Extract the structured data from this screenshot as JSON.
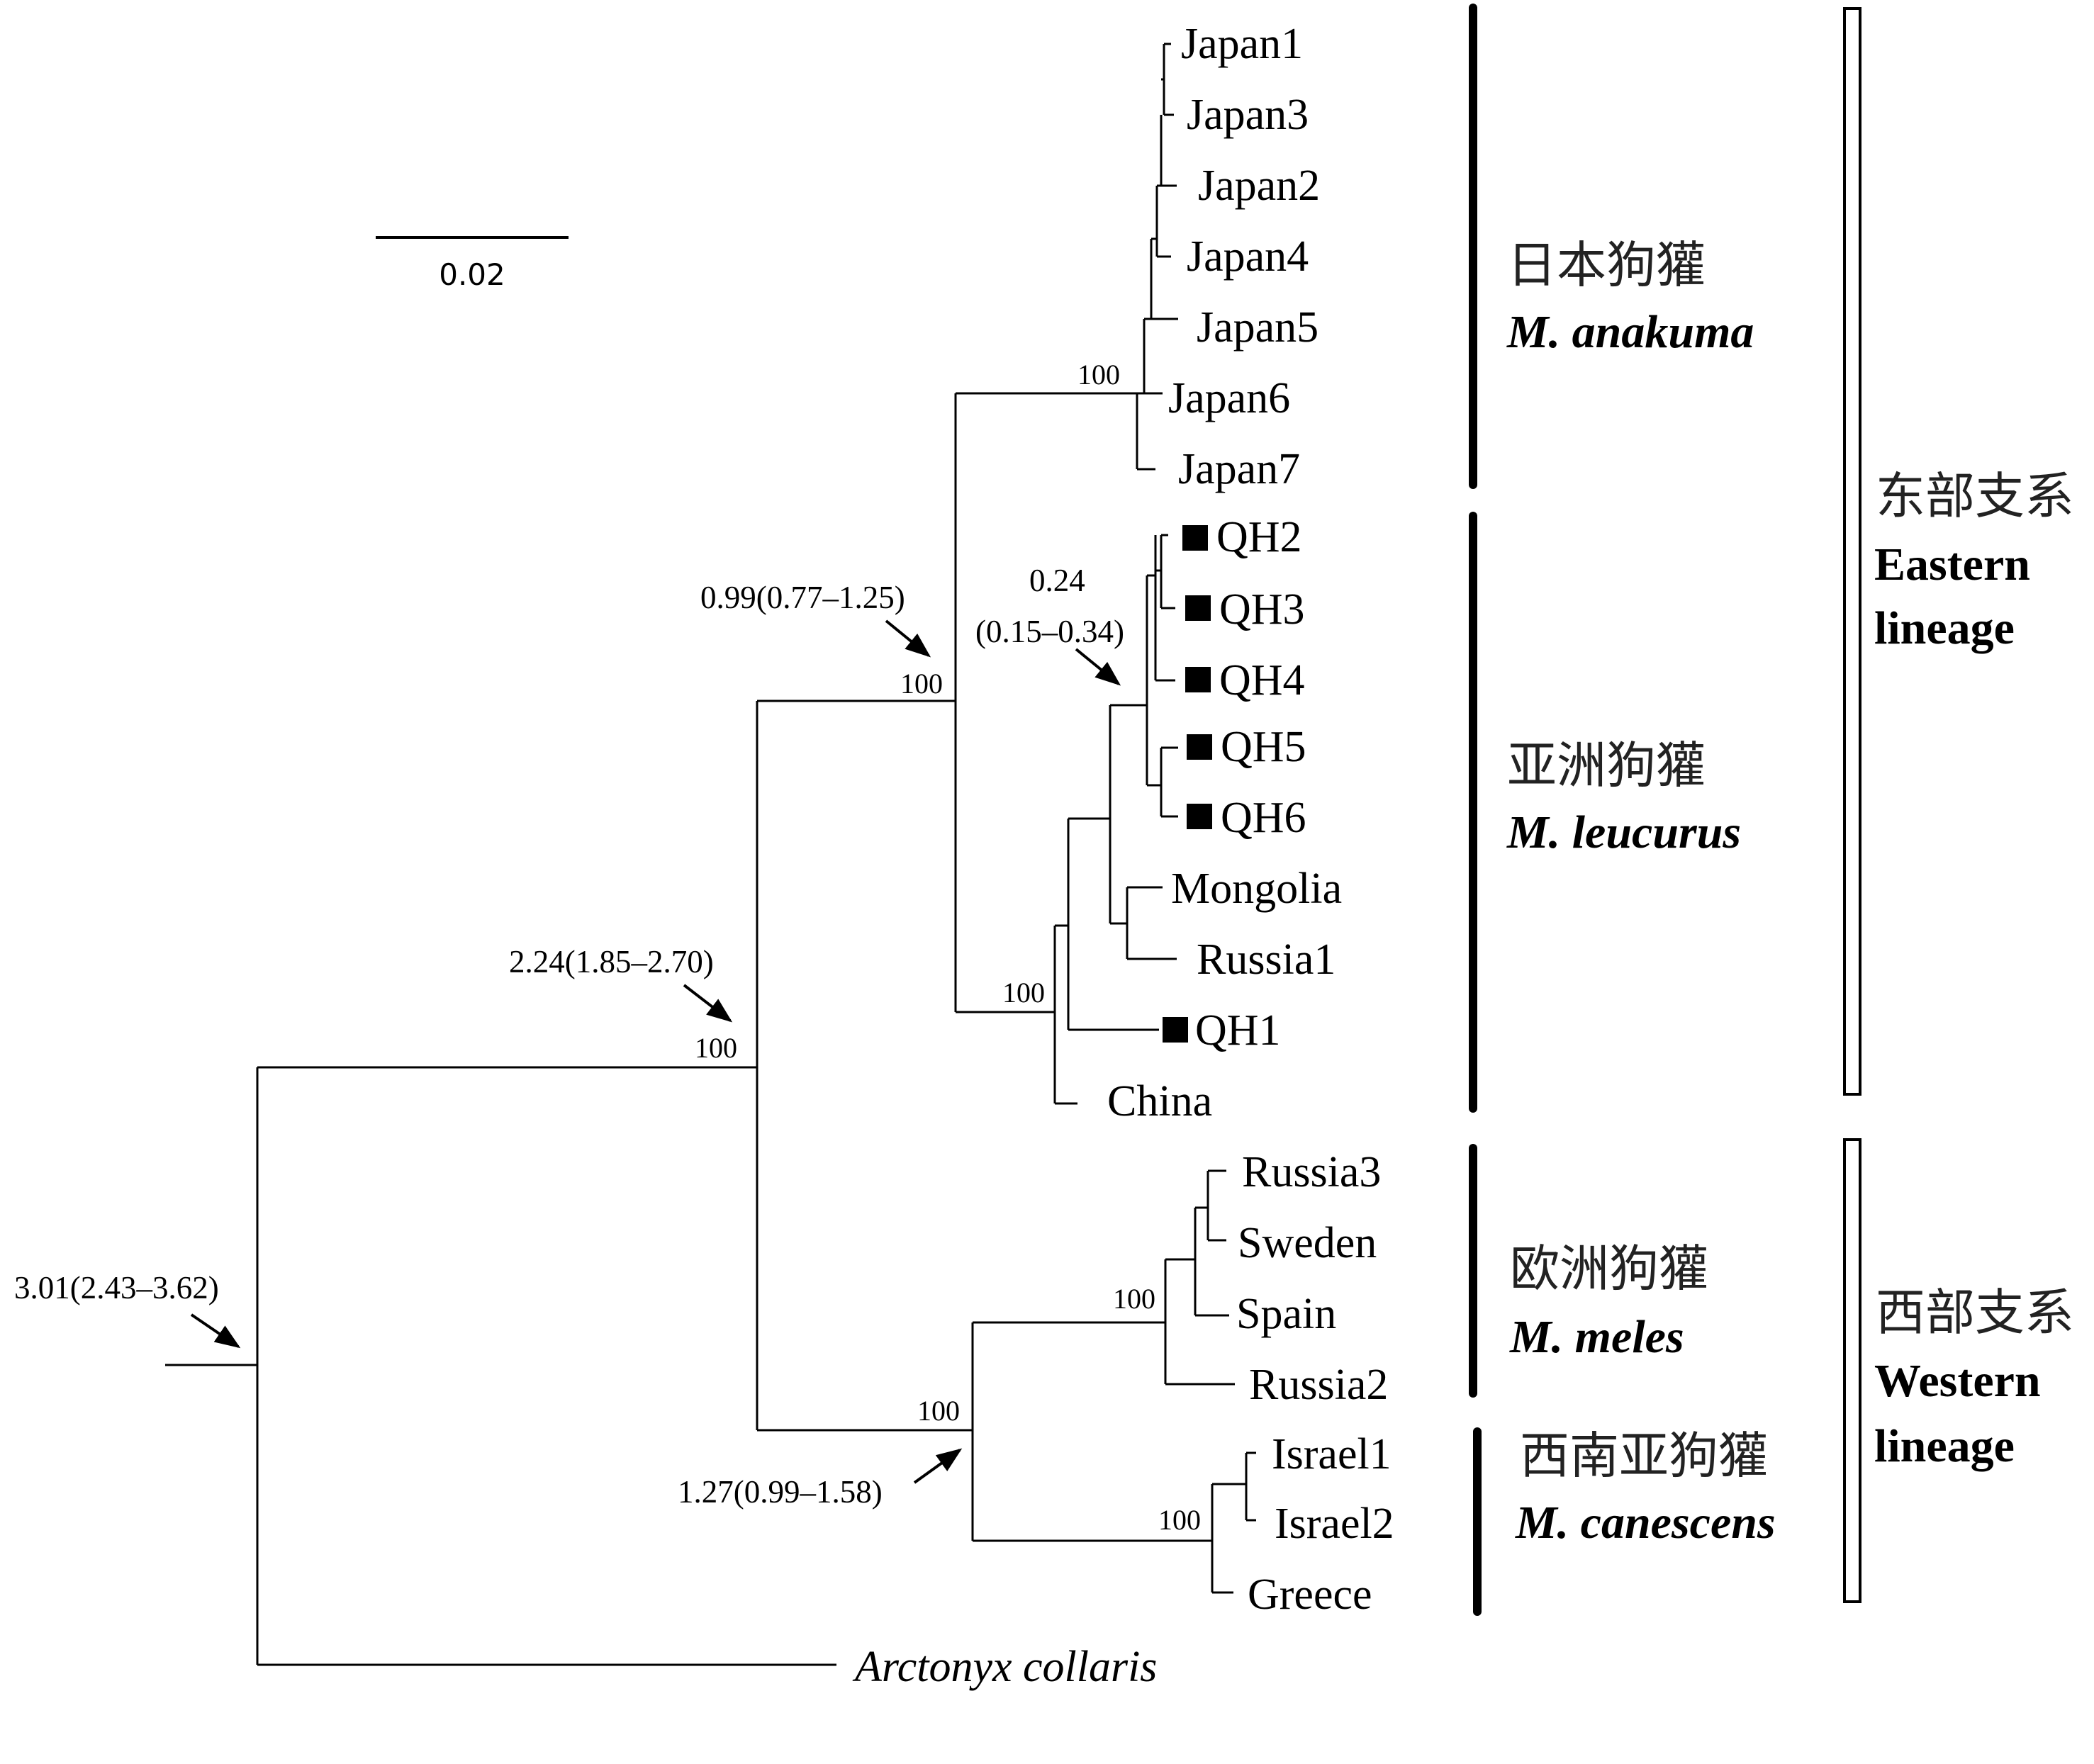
{
  "scale_bar": {
    "label": "0.02"
  },
  "tips": {
    "japan1": "Japan1",
    "japan3": "Japan3",
    "japan2": "Japan2",
    "japan4": "Japan4",
    "japan5": "Japan5",
    "japan6": "Japan6",
    "japan7": "Japan7",
    "qh2": "QH2",
    "qh3": "QH3",
    "qh4": "QH4",
    "qh5": "QH5",
    "qh6": "QH6",
    "mongolia": "Mongolia",
    "russia1": "Russia1",
    "qh1": "QH1",
    "china": "China",
    "russia3": "Russia3",
    "sweden": "Sweden",
    "spain": "Spain",
    "russia2": "Russia2",
    "israel1": "Israel1",
    "israel2": "Israel2",
    "greece": "Greece",
    "outgroup": "Arctonyx collaris"
  },
  "bootstrap": {
    "japan": "100",
    "eastern": "100",
    "leucurus": "100",
    "ingroup": "100",
    "meles": "100",
    "western": "100",
    "canescens": "100"
  },
  "divergence_times": {
    "root": "3.01(2.43–3.62)",
    "ingroup": "2.24(1.85–2.70)",
    "eastern": "0.99(0.77–1.25)",
    "qh_top": "0.24",
    "qh_bottom": "(0.15–0.34)",
    "western": "1.27(0.99–1.58)"
  },
  "species_groups": {
    "anakuma": {
      "cn": "日本狗獾",
      "sci": "M. anakuma"
    },
    "leucurus": {
      "cn": "亚洲狗獾",
      "sci": "M. leucurus"
    },
    "meles": {
      "cn": "欧洲狗獾",
      "sci": "M. meles"
    },
    "canescens": {
      "cn": "西南亚狗獾",
      "sci": "M. canescens"
    }
  },
  "lineages": {
    "eastern": {
      "cn": "东部支系",
      "en1": "Eastern",
      "en2": "lineage"
    },
    "western": {
      "cn": "西部支系",
      "en1": "Western",
      "en2": "lineage"
    }
  },
  "colors": {
    "line": "#000000",
    "text": "#000000"
  }
}
